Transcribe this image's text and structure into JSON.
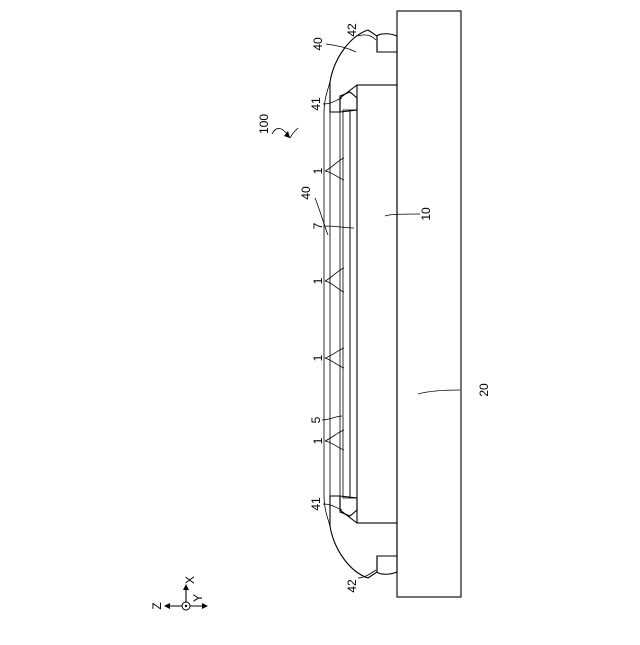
{
  "labels": {
    "device": "100",
    "substrate": "20",
    "layer_10": "10",
    "member_7": "7",
    "member_5": "5",
    "seal_40": "40",
    "seal_41": "41",
    "seal_42": "42",
    "element_1": "1"
  },
  "axes": {
    "x": "X",
    "y": "Y",
    "z": "Z"
  }
}
